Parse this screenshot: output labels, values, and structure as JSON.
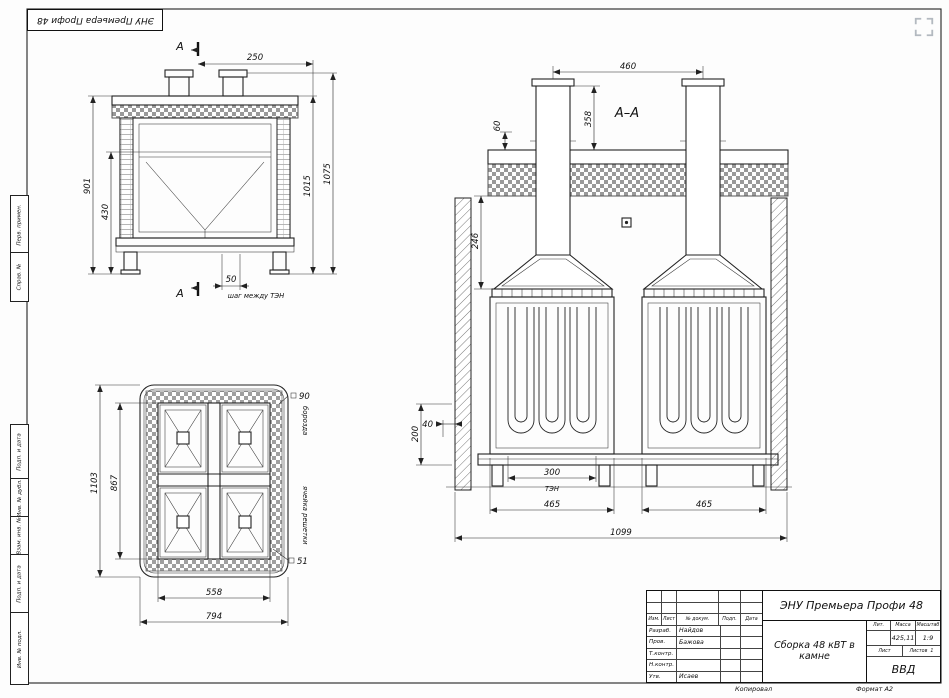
{
  "colors": {
    "ink": "#1a1a1a",
    "icon_gray": "#b3b9c0"
  },
  "corner_stamp": {
    "text": "ЭНУ Премьера Профи 48"
  },
  "side_strip": {
    "items": [
      "Перв. примен.",
      "Справ. №",
      "Подп. и дата",
      "Инв. № дубл.",
      "Взам. инв. №",
      "Подп. и дата",
      "Инв. № подл."
    ]
  },
  "front_view": {
    "section_letter_top": "А",
    "section_letter_bottom": "А",
    "dims": {
      "top_width": "250",
      "height_outer": "901",
      "height_inner": "430",
      "right_inner": "1015",
      "right_outer": "1075",
      "ten_step_value": "50",
      "ten_step_label": "шаг между ТЭН"
    }
  },
  "top_view": {
    "dims": {
      "outer_height": "1103",
      "inner_height": "867",
      "inner_width": "558",
      "outer_width": "794",
      "groove_size": "90",
      "cell_size": "51"
    },
    "labels": {
      "groove": "борозда",
      "cell": "ячейка решетки"
    }
  },
  "section_view": {
    "title": "А–А",
    "dims": {
      "chimney_pitch": "460",
      "chimney_height": "358",
      "slab_thickness": "60",
      "top_offset": "246",
      "bottom_height": "200",
      "gap": "40",
      "ten_width": "300",
      "ten_label": "ТЭН",
      "left_module": "465",
      "right_module": "465",
      "total_width": "1099"
    }
  },
  "title_block": {
    "columns_header": [
      "Изм.",
      "Лист",
      "№ докум.",
      "Подп.",
      "Дата"
    ],
    "rows": [
      {
        "role": "Разраб.",
        "name": "Найдов"
      },
      {
        "role": "Пров.",
        "name": "Бажова"
      },
      {
        "role": "Т.контр.",
        "name": ""
      },
      {
        "role": "Н.контр.",
        "name": ""
      },
      {
        "role": "Утв.",
        "name": "Исаев"
      }
    ],
    "doc_title": "ЭНУ Премьера Профи 48",
    "doc_subtitle": "Сборка 48 кВТ в камне",
    "lit_label": "Лит.",
    "mass_label": "Масса",
    "scale_label": "Масштаб",
    "mass_value": "425,11",
    "scale_value": "1:9",
    "sheet_label": "Лист",
    "sheets_label": "Листов",
    "sheets_value": "1",
    "org": "ВВД"
  },
  "footer": {
    "left": "Копировал",
    "right": "Формат  А2"
  }
}
